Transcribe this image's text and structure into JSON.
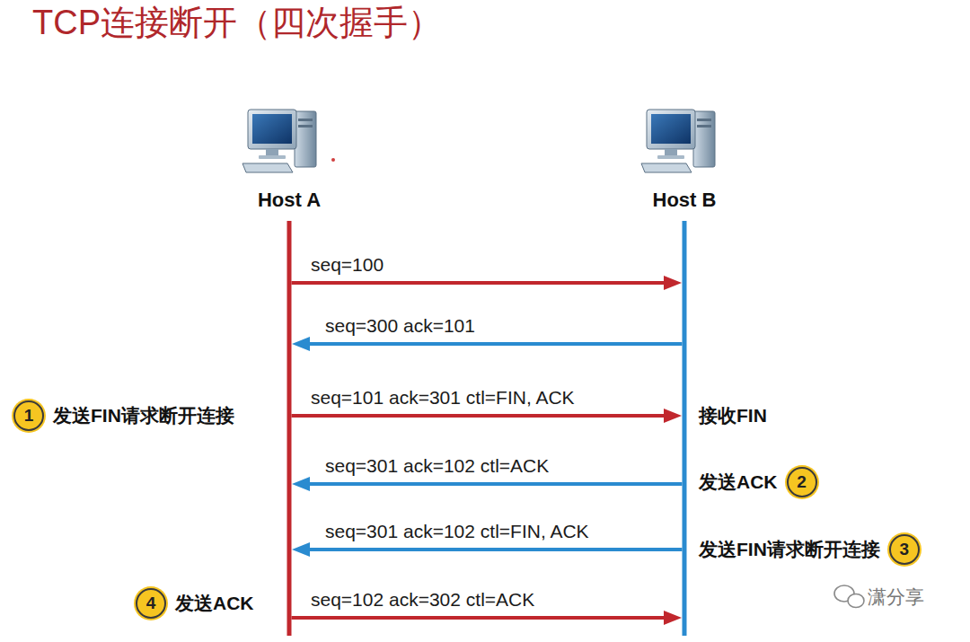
{
  "diagram": {
    "title": "TCP连接断开（四次握手）",
    "nodes": [
      {
        "text": [
          "Host A"
        ]
      },
      {
        "text": [
          "Host B"
        ]
      }
    ],
    "edges": [
      {
        "from": 0,
        "to": 1,
        "arrow": "to",
        "label": "seq=100"
      },
      {
        "from": 1,
        "to": 0,
        "arrow": "to",
        "label": "seq=300 ack=101"
      },
      {
        "from": 0,
        "to": 1,
        "arrow": "to",
        "label": "seq=101 ack=301 ctl=FIN, ACK"
      },
      {
        "from": 1,
        "to": 0,
        "arrow": "to",
        "label": "seq=301 ack=102 ctl=ACK"
      },
      {
        "from": 1,
        "to": 0,
        "arrow": "to",
        "label": "seq=301 ack=102 ctl=FIN, ACK"
      },
      {
        "from": 0,
        "to": 1,
        "arrow": "to",
        "label": "seq=102 ack=302 ctl=ACK"
      }
    ],
    "labels": [
      "1",
      "发送FIN请求断开连接",
      "接收FIN",
      "发送ACK",
      "2",
      "3",
      "发送FIN请求断开连接",
      "4",
      "发送ACK",
      "潇分享"
    ]
  }
}
